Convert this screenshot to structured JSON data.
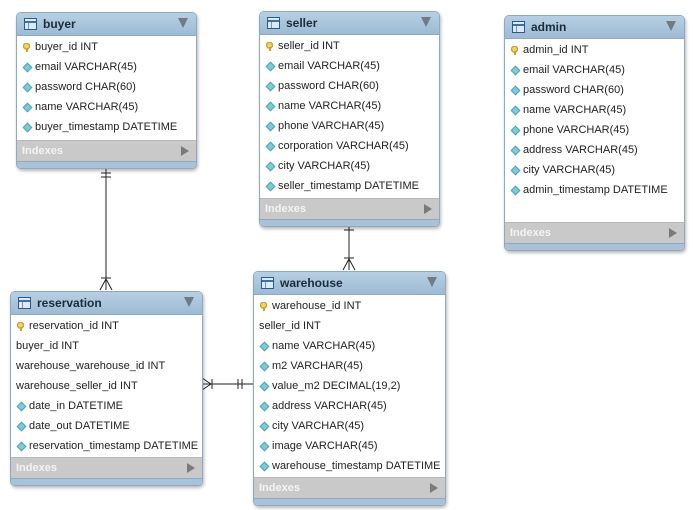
{
  "tables": [
    {
      "id": "buyer",
      "name": "buyer",
      "indexes_label": "Indexes",
      "columns": [
        {
          "text": "buyer_id INT",
          "icon": "key-icon"
        },
        {
          "text": "email VARCHAR(45)",
          "icon": "attribute-icon"
        },
        {
          "text": "password CHAR(60)",
          "icon": "attribute-icon"
        },
        {
          "text": "name VARCHAR(45)",
          "icon": "attribute-icon"
        },
        {
          "text": "buyer_timestamp DATETIME",
          "icon": "attribute-icon"
        }
      ]
    },
    {
      "id": "seller",
      "name": "seller",
      "indexes_label": "Indexes",
      "columns": [
        {
          "text": "seller_id INT",
          "icon": "key-icon"
        },
        {
          "text": "email VARCHAR(45)",
          "icon": "attribute-icon"
        },
        {
          "text": "password CHAR(60)",
          "icon": "attribute-icon"
        },
        {
          "text": "name VARCHAR(45)",
          "icon": "attribute-icon"
        },
        {
          "text": "phone VARCHAR(45)",
          "icon": "attribute-icon"
        },
        {
          "text": "corporation VARCHAR(45)",
          "icon": "attribute-icon"
        },
        {
          "text": "city VARCHAR(45)",
          "icon": "attribute-icon"
        },
        {
          "text": "seller_timestamp DATETIME",
          "icon": "attribute-icon"
        }
      ]
    },
    {
      "id": "admin",
      "name": "admin",
      "indexes_label": "Indexes",
      "columns": [
        {
          "text": "admin_id INT",
          "icon": "key-icon"
        },
        {
          "text": "email VARCHAR(45)",
          "icon": "attribute-icon"
        },
        {
          "text": "password CHAR(60)",
          "icon": "attribute-icon"
        },
        {
          "text": "name VARCHAR(45)",
          "icon": "attribute-icon"
        },
        {
          "text": "phone VARCHAR(45)",
          "icon": "attribute-icon"
        },
        {
          "text": "address VARCHAR(45)",
          "icon": "attribute-icon"
        },
        {
          "text": "city VARCHAR(45)",
          "icon": "attribute-icon"
        },
        {
          "text": "admin_timestamp DATETIME",
          "icon": "attribute-icon"
        }
      ]
    },
    {
      "id": "reservation",
      "name": "reservation",
      "indexes_label": "Indexes",
      "columns": [
        {
          "text": "reservation_id INT",
          "icon": "key-icon"
        },
        {
          "text": "buyer_id INT",
          "icon": "none"
        },
        {
          "text": "warehouse_warehouse_id INT",
          "icon": "none"
        },
        {
          "text": "warehouse_seller_id INT",
          "icon": "none"
        },
        {
          "text": "date_in DATETIME",
          "icon": "attribute-icon"
        },
        {
          "text": "date_out DATETIME",
          "icon": "attribute-icon"
        },
        {
          "text": "reservation_timestamp DATETIME",
          "icon": "attribute-icon"
        }
      ]
    },
    {
      "id": "warehouse",
      "name": "warehouse",
      "indexes_label": "Indexes",
      "columns": [
        {
          "text": "warehouse_id INT",
          "icon": "key-icon"
        },
        {
          "text": "seller_id INT",
          "icon": "none"
        },
        {
          "text": "name VARCHAR(45)",
          "icon": "attribute-icon"
        },
        {
          "text": "m2 VARCHAR(45)",
          "icon": "attribute-icon"
        },
        {
          "text": "value_m2 DECIMAL(19,2)",
          "icon": "attribute-icon"
        },
        {
          "text": "address VARCHAR(45)",
          "icon": "attribute-icon"
        },
        {
          "text": "city VARCHAR(45)",
          "icon": "attribute-icon"
        },
        {
          "text": "image VARCHAR(45)",
          "icon": "attribute-icon"
        },
        {
          "text": "warehouse_timestamp DATETIME",
          "icon": "attribute-icon"
        }
      ]
    }
  ],
  "relationships": [
    {
      "from": "buyer",
      "to": "reservation",
      "from_end": "one-and-only-one",
      "to_end": "one-or-many"
    },
    {
      "from": "seller",
      "to": "warehouse",
      "from_end": "one-and-only-one",
      "to_end": "one-or-many"
    },
    {
      "from": "warehouse",
      "to": "reservation",
      "from_end": "one-and-only-one",
      "to_end": "one-or-many"
    }
  ]
}
